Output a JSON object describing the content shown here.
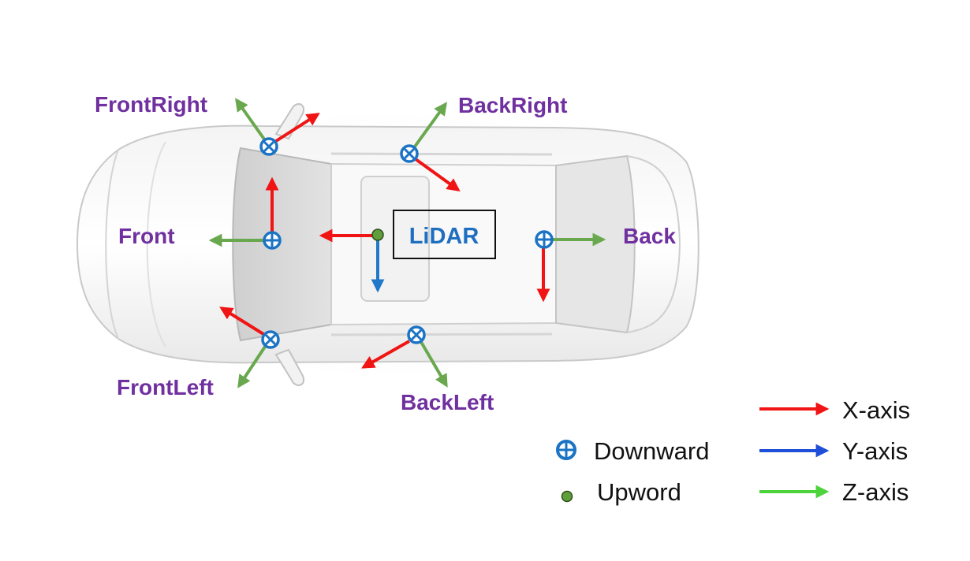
{
  "colors": {
    "x_axis": "#f01414",
    "y_axis": "#1f4fd8",
    "z_axis": "#4dd43c",
    "camera_arrow_green": "#6aa84f",
    "lidar_y": "#1f78c8",
    "downward_symbol": "#1a73c4",
    "upward_symbol": "#5f9e3a",
    "camera_label": "#7030a0",
    "lidar_label": "#1f6fc0"
  },
  "lidar": {
    "label": "LiDAR"
  },
  "cameras": {
    "front": {
      "label": "Front"
    },
    "front_right": {
      "label": "FrontRight"
    },
    "front_left": {
      "label": "FrontLeft"
    },
    "back": {
      "label": "Back"
    },
    "back_right": {
      "label": "BackRight"
    },
    "back_left": {
      "label": "BackLeft"
    }
  },
  "legend": {
    "symbols": [
      {
        "label": "Downward",
        "icon": "circle-plus"
      },
      {
        "label": "Upword",
        "icon": "dot"
      }
    ],
    "axes": [
      {
        "label": "X-axis",
        "color": "#f01414"
      },
      {
        "label": "Y-axis",
        "color": "#1f4fd8"
      },
      {
        "label": "Z-axis",
        "color": "#4dd43c"
      }
    ]
  }
}
